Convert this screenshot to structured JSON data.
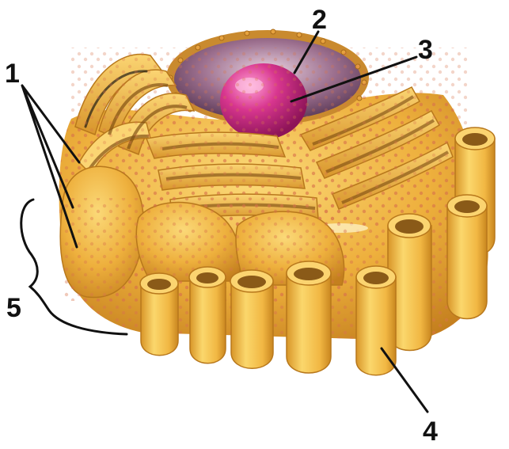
{
  "figure": {
    "colors": {
      "membrane_light": "#f6c85a",
      "membrane_mid": "#e9a935",
      "membrane_dark": "#b8781c",
      "lumen": "#8a5a18",
      "ribosome": "#d9734a",
      "nuclear_envelope": "#c98a2e",
      "nucleoplasm": "#7a4e72",
      "nucleolus": "#d0308c",
      "label_ink": "#111111"
    },
    "callouts": {
      "c1": {
        "label": "1",
        "icon": "leader-lines-x3"
      },
      "c2": {
        "label": "2",
        "icon": "leader-line"
      },
      "c3": {
        "label": "3",
        "icon": "leader-line"
      },
      "c4": {
        "label": "4",
        "icon": "leader-line"
      },
      "c5": {
        "label": "5",
        "icon": "curly-brace"
      }
    }
  }
}
